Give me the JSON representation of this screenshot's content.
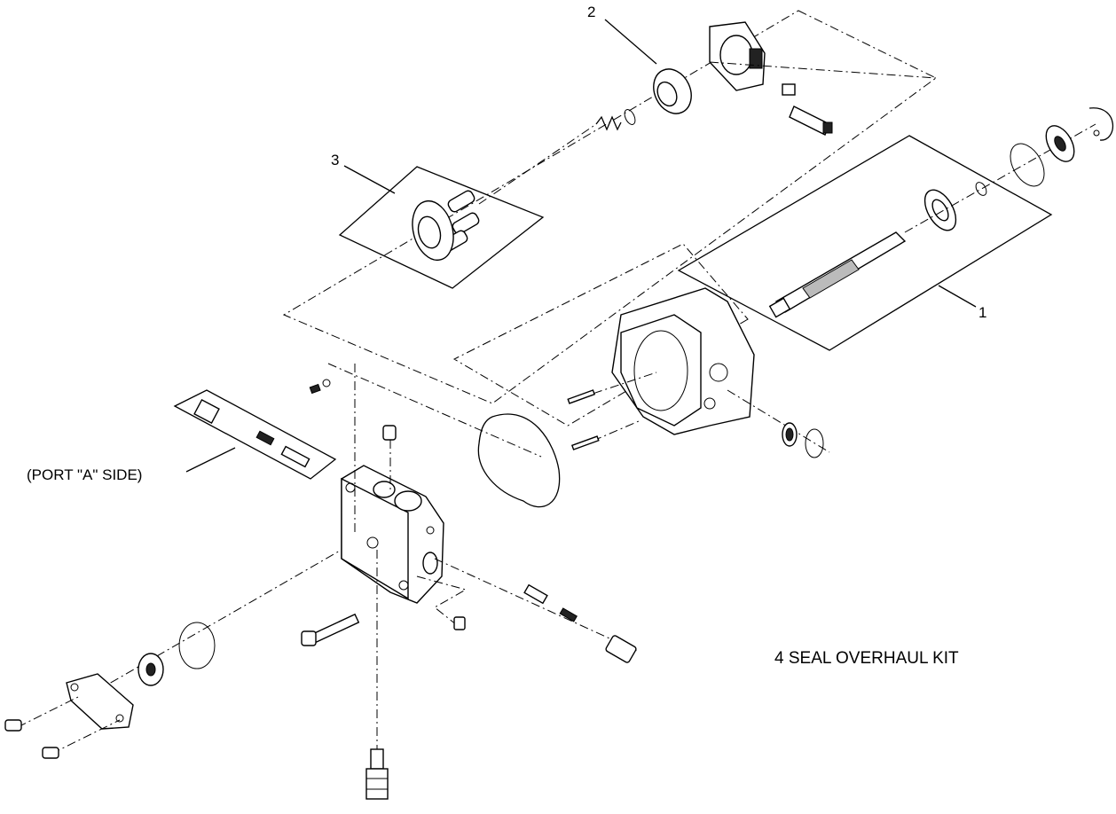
{
  "callouts": {
    "c1": "1",
    "c2": "2",
    "c3": "3"
  },
  "port_label": "(PORT \"A\" SIDE)",
  "kit_note": "4  SEAL OVERHAUL KIT"
}
